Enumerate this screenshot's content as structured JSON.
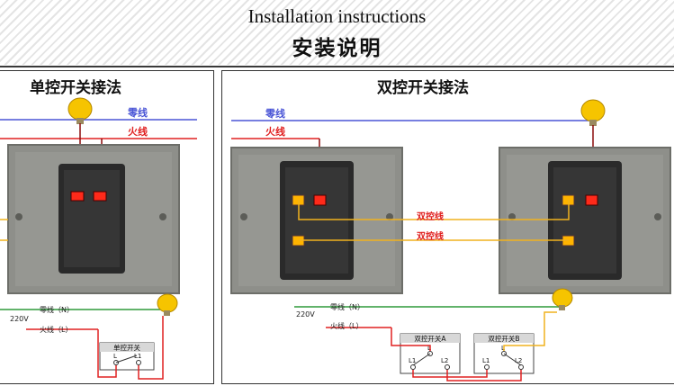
{
  "header": {
    "title_en": "Installation instructions",
    "title_cn": "安装说明"
  },
  "single": {
    "title": "单控开关接法",
    "neutral_label": "零线",
    "live_label": "火线",
    "schematic": {
      "neutral": "零线（N）",
      "voltage": "220V",
      "live": "火线（L）",
      "switch_name": "单控开关",
      "L": "L",
      "L1": "L1"
    }
  },
  "double": {
    "title": "双控开关接法",
    "neutral_label": "零线",
    "live_label": "火线",
    "traveler_label_1": "双控线",
    "traveler_label_2": "双控线",
    "schematic": {
      "neutral": "零线（N）",
      "voltage": "220V",
      "live": "火线（L）",
      "switch_a": "双控开关A",
      "switch_b": "双控开关B",
      "L": "L",
      "L1": "L1",
      "L2": "L2"
    }
  },
  "colors": {
    "neutral": "#4a55d6",
    "live": "#e02020",
    "traveler": "#f0b21e",
    "plate": "#8e8f8a",
    "switch_body": "#2a2a2a",
    "led_red": "#ff2a1a",
    "led_amber": "#ffb400",
    "bulb": "#f6c400",
    "ground": "#2e9a3a"
  }
}
